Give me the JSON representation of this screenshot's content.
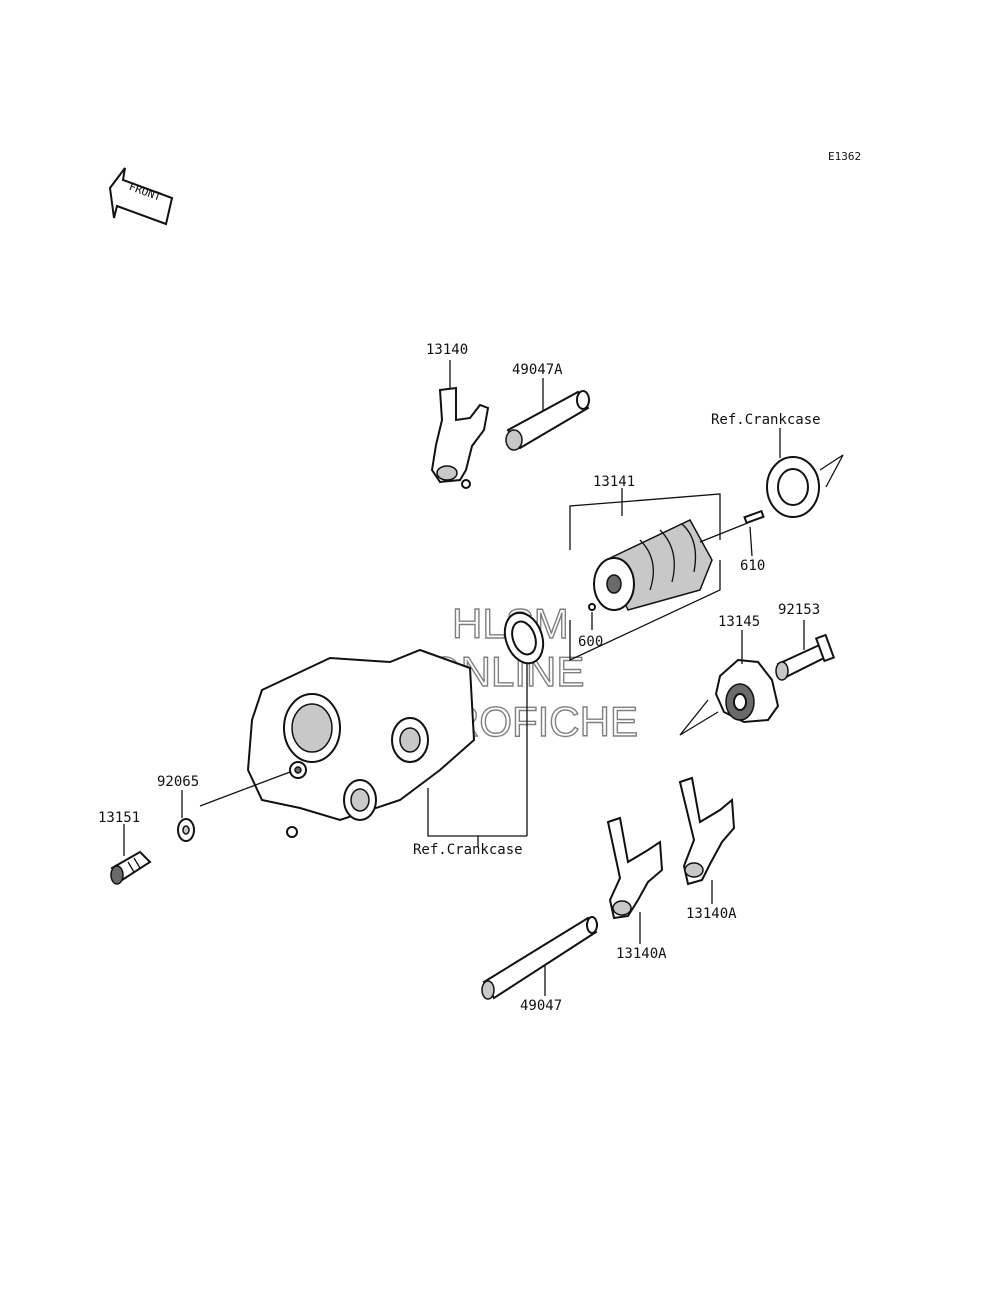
{
  "diagram_code": "E1362",
  "front_arrow_label": "FRONT",
  "watermark": [
    "HLSM",
    "ONLINE",
    "MICROFICHE"
  ],
  "parts": {
    "p13140": "13140",
    "p49047A": "49047A",
    "ref_crankcase_top": "Ref.Crankcase",
    "p13141": "13141",
    "p610": "610",
    "p600": "600",
    "p92153": "92153",
    "p13145": "13145",
    "p92065": "92065",
    "p13151": "13151",
    "ref_crankcase_bottom": "Ref.Crankcase",
    "p13140A_right": "13140A",
    "p13140A_left": "13140A",
    "p49047": "49047"
  }
}
